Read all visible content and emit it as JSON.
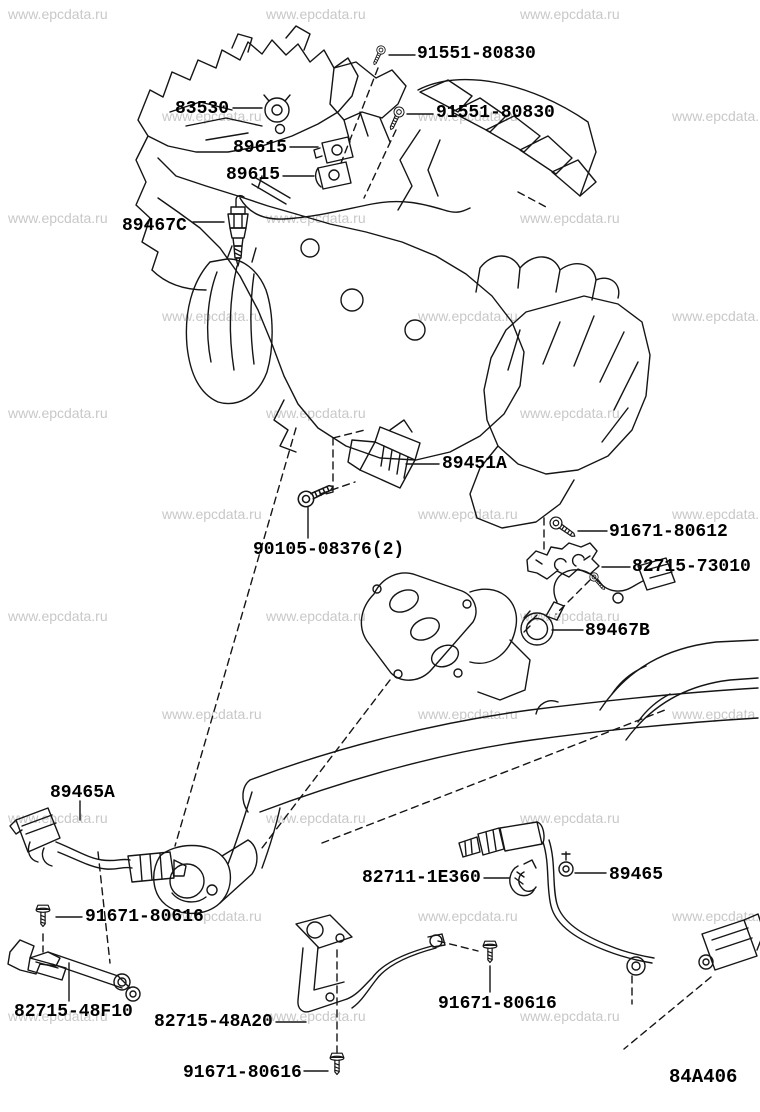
{
  "watermark": {
    "text": "www.epcdata.ru",
    "color": "#c8c8c8"
  },
  "figure_code": "84A406",
  "callouts": [
    {
      "part_number": "91551-80830"
    },
    {
      "part_number": "83530"
    },
    {
      "part_number": "91551-80830"
    },
    {
      "part_number": "89615"
    },
    {
      "part_number": "89615"
    },
    {
      "part_number": "89467C"
    },
    {
      "part_number": "89451A"
    },
    {
      "part_number": "90105-08376(2)"
    },
    {
      "part_number": "91671-80612"
    },
    {
      "part_number": "82715-73010"
    },
    {
      "part_number": "89467B"
    },
    {
      "part_number": "89465A"
    },
    {
      "part_number": "82711-1E360"
    },
    {
      "part_number": "89465"
    },
    {
      "part_number": "91671-80616"
    },
    {
      "part_number": "82715-48F10"
    },
    {
      "part_number": "82715-48A20"
    },
    {
      "part_number": "91671-80616"
    },
    {
      "part_number": "91671-80616"
    }
  ]
}
